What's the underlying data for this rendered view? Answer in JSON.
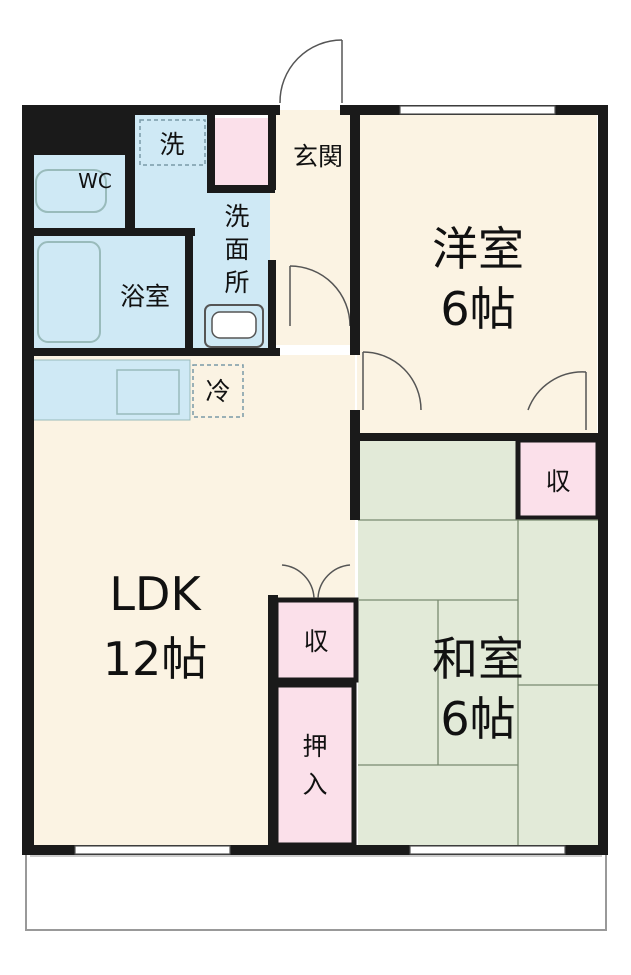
{
  "rooms": {
    "western_room": {
      "name": "洋室",
      "size": "6帖"
    },
    "japanese_room": {
      "name": "和室",
      "size": "6帖"
    },
    "ldk": {
      "name": "LDK",
      "size": "12帖"
    },
    "bath": {
      "name": "浴室"
    },
    "wc": {
      "name": "WC"
    },
    "washroom": {
      "name": "洗面所"
    },
    "entrance": {
      "name": "玄関"
    },
    "washer": {
      "name": "洗"
    },
    "fridge": {
      "name": "冷"
    },
    "closet_western": {
      "name": "収"
    },
    "closet_ldk": {
      "name": "収"
    },
    "oshiire": {
      "name": "押入"
    }
  },
  "colors": {
    "wall": "#1a1a1a",
    "floor_wood": "#fbf3e3",
    "wet_area": "#cfe9f5",
    "tatami": "#e2ead8",
    "storage": "#fbe0ea"
  }
}
